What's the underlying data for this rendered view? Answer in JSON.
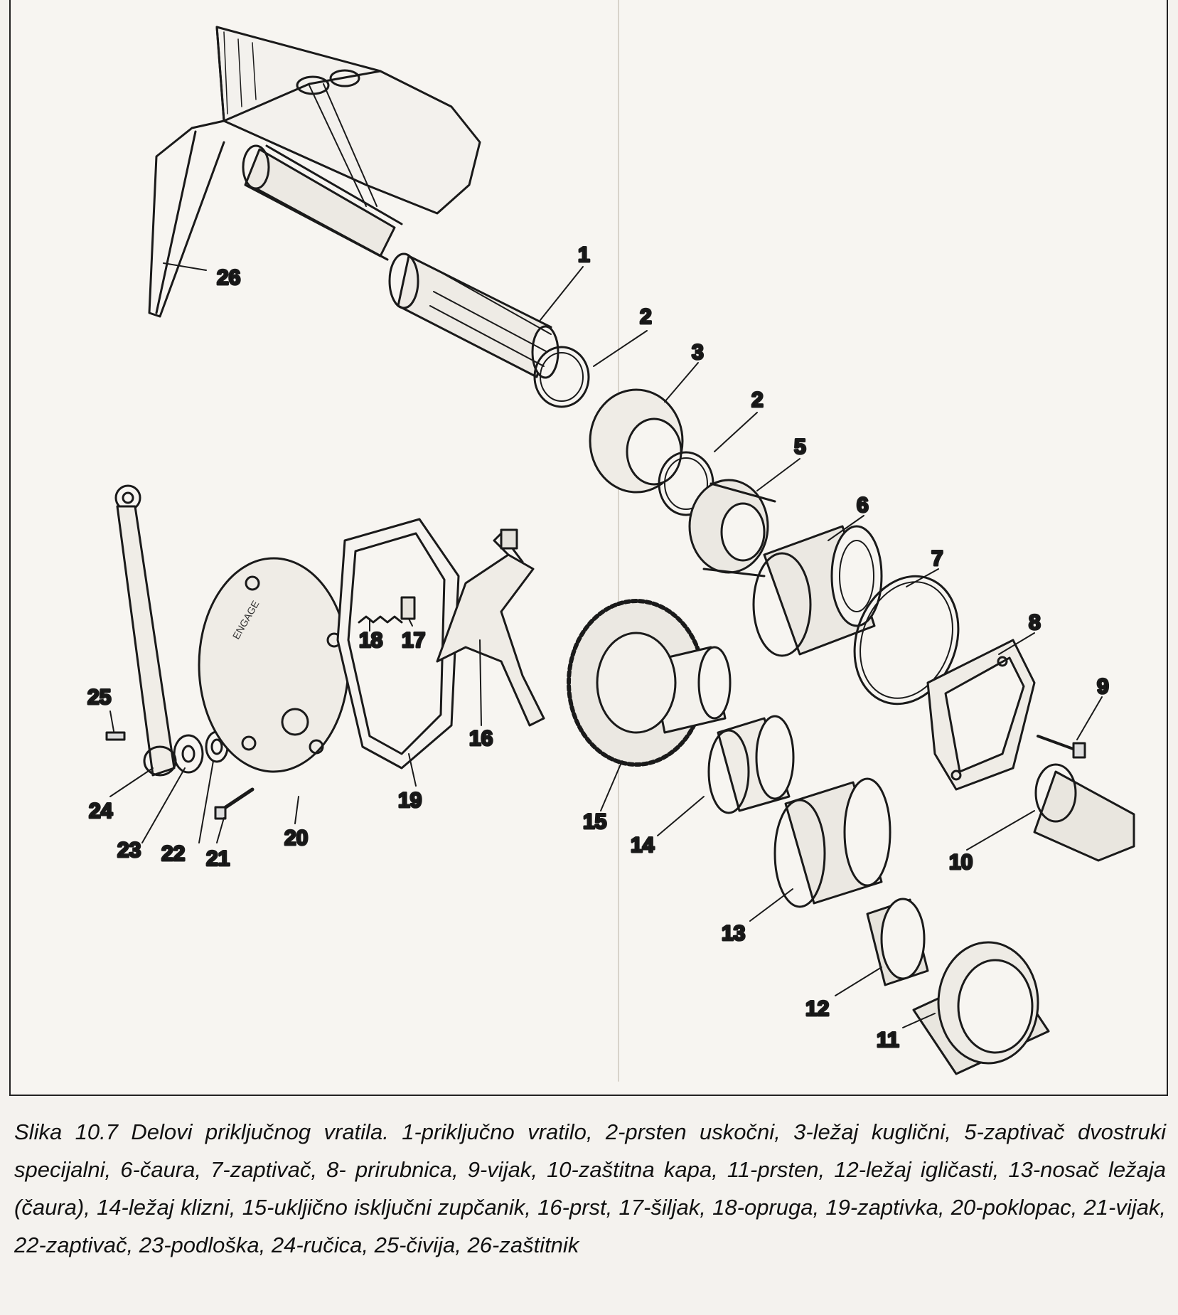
{
  "figure": {
    "caption": "Slika 10.7  Delovi priključnog vratila. 1-priključno vratilo, 2-prsten uskočni, 3-ležaj kuglični, 5-zaptivač dvostruki specijalni, 6-čaura, 7-zaptivač, 8- prirubnica, 9-vijak, 10-zaštitna kapa, 11-prsten, 12-ležaj igličasti, 13-nosač ležaja (čaura), 14-ležaj klizni, 15-ukljično isključni zupčanik, 16-prst, 17-šiljak, 18-opruga, 19-zaptivka, 20-poklopac, 21-vijak, 22-zaptivač, 23-podloška, 24-ručica, 25-čivija, 26-zaštitnik"
  },
  "labels": {
    "l1": "1",
    "l2a": "2",
    "l2b": "2",
    "l3": "3",
    "l5": "5",
    "l6": "6",
    "l7": "7",
    "l8": "8",
    "l9": "9",
    "l10": "10",
    "l11": "11",
    "l12": "12",
    "l13": "13",
    "l14": "14",
    "l15": "15",
    "l16": "16",
    "l17": "17",
    "l18": "18",
    "l19": "19",
    "l20": "20",
    "l21": "21",
    "l22": "22",
    "l23": "23",
    "l24": "24",
    "l25": "25",
    "l26": "26"
  },
  "colors": {
    "ink": "#1a1a1a",
    "paper": "#f7f5f1",
    "ghost": "#cfcac2"
  }
}
